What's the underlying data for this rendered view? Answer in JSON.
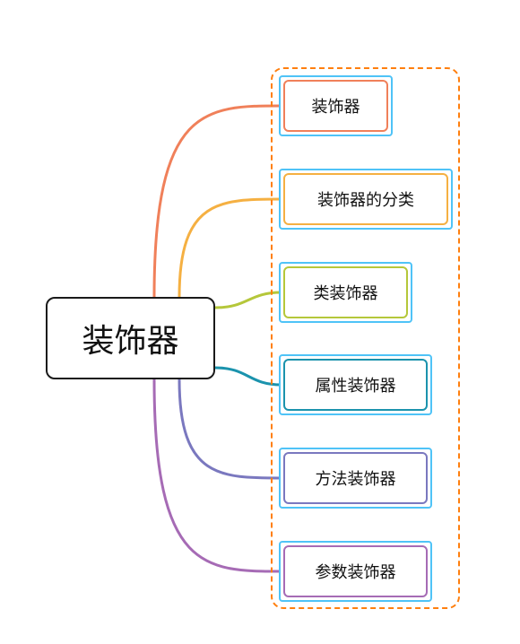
{
  "root": {
    "label": "装饰器"
  },
  "children": [
    {
      "label": "装饰器",
      "color": "#f0805a"
    },
    {
      "label": "装饰器的分类",
      "color": "#f5b042"
    },
    {
      "label": "类装饰器",
      "color": "#b5c73a"
    },
    {
      "label": "属性装饰器",
      "color": "#1b93ad"
    },
    {
      "label": "方法装饰器",
      "color": "#7a78bf"
    },
    {
      "label": "参数装饰器",
      "color": "#a66bb5"
    }
  ],
  "colors": {
    "root_border": "#1a1a1a",
    "group_frame": "#ff7f0e",
    "child_outer_border": "#4fc3f7"
  }
}
